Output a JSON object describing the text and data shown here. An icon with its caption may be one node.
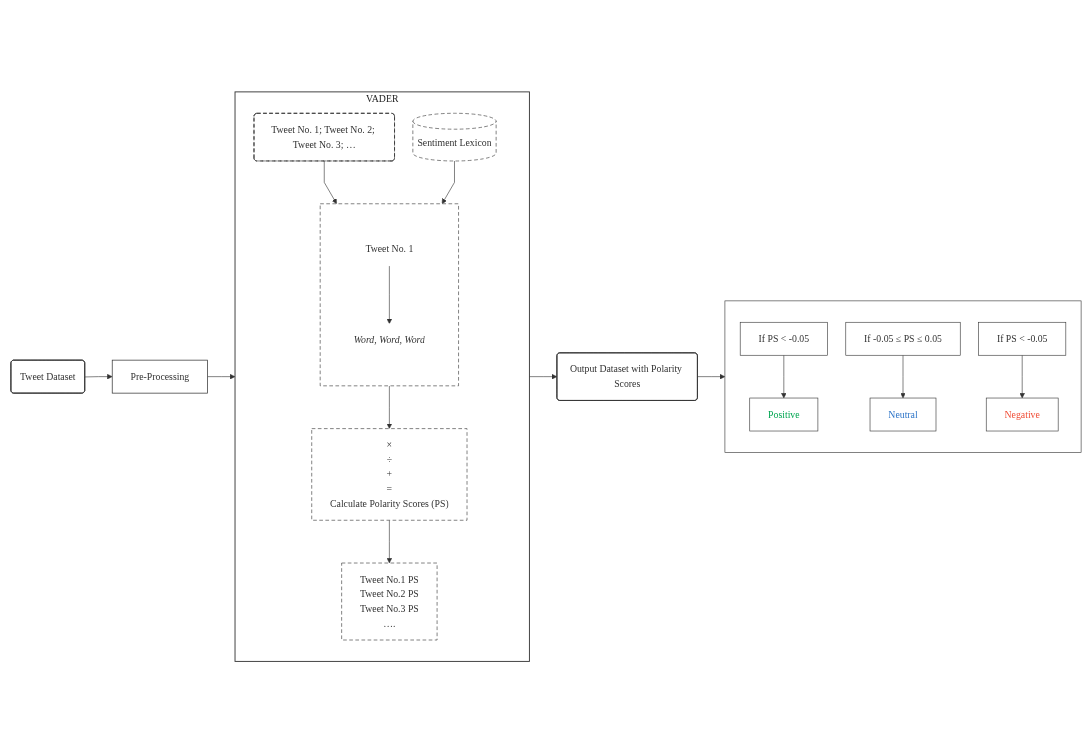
{
  "diagram": {
    "nodes": [
      {
        "text": [
          "Tweet Dataset"
        ]
      },
      {
        "text": [
          "Pre-Processing"
        ]
      },
      {
        "text": [
          "VADER"
        ]
      },
      {
        "text": [
          "Tweet No. 1; Tweet No. 2; Tweet No. 3; …"
        ],
        "in": 2
      },
      {
        "text": [],
        "shape": "box",
        "in": 2
      },
      {
        "text": [
          "Tweet No. 1"
        ],
        "in": 4
      },
      {
        "text": [
          "Word, Word, Word"
        ],
        "in": 4
      },
      {
        "text": [
          "Sentiment Lexicon"
        ],
        "in": 2
      },
      {
        "text": [
          "×",
          "÷",
          "+",
          "=",
          "Calculate Polarity Scores (PS)"
        ],
        "in": 2
      },
      {
        "text": [
          "Tweet No.1 PS",
          "Tweet No.2 PS",
          "Tweet No.3 PS",
          "…."
        ],
        "in": 2
      },
      {
        "text": [
          "Output Dataset with Polarity Scores"
        ]
      },
      {
        "text": [],
        "shape": "box"
      },
      {
        "text": [
          "If PS < -0.05"
        ],
        "in": 11
      },
      {
        "text": [
          "Positive"
        ],
        "in": 11
      },
      {
        "text": [
          "If -0.05 ≤ PS ≤ 0.05"
        ],
        "in": 11
      },
      {
        "text": [
          "Neutral"
        ],
        "in": 11
      },
      {
        "text": [
          "If PS < -0.05"
        ],
        "in": 11
      },
      {
        "text": [
          "Negative"
        ],
        "in": 11
      }
    ],
    "edges": [
      {
        "from": 0,
        "to": 1,
        "arrow": "to"
      },
      {
        "from": 1,
        "to": 2,
        "arrow": "to"
      },
      {
        "from": 3,
        "to": 4,
        "arrow": "to"
      },
      {
        "from": 5,
        "to": 6,
        "arrow": "to"
      },
      {
        "from": 7,
        "to": 4,
        "arrow": "to"
      },
      {
        "from": 4,
        "to": 8,
        "arrow": "to"
      },
      {
        "from": 8,
        "to": 9,
        "arrow": "to"
      },
      {
        "from": 2,
        "to": 10,
        "arrow": "to"
      },
      {
        "from": 10,
        "to": 11,
        "arrow": "to"
      },
      {
        "from": 12,
        "to": 13,
        "arrow": "to"
      },
      {
        "from": 14,
        "to": 15,
        "arrow": "to"
      },
      {
        "from": 16,
        "to": 17,
        "arrow": "to"
      }
    ]
  }
}
